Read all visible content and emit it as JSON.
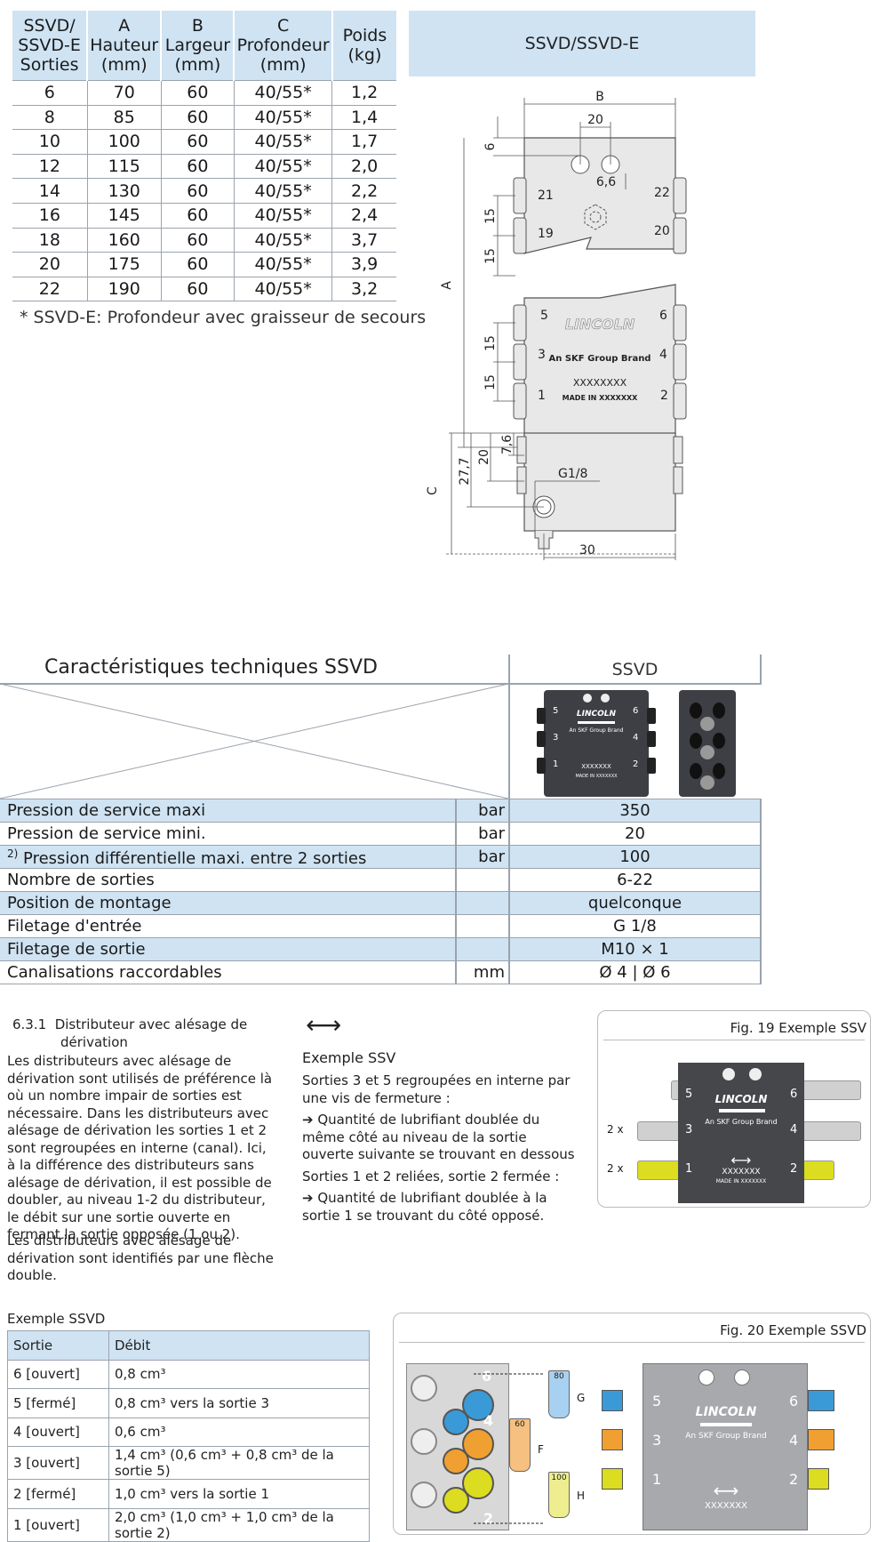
{
  "dim_table": {
    "headers": [
      "SSVD/\nSSVD-E\nSorties",
      "A\nHauteur\n(mm)",
      "B\nLargeur\n(mm)",
      "C\nProfondeur\n(mm)",
      "Poids\n(kg)"
    ],
    "rows": [
      [
        "6",
        "70",
        "60",
        "40/55*",
        "1,2"
      ],
      [
        "8",
        "85",
        "60",
        "40/55*",
        "1,4"
      ],
      [
        "10",
        "100",
        "60",
        "40/55*",
        "1,7"
      ],
      [
        "12",
        "115",
        "60",
        "40/55*",
        "2,0"
      ],
      [
        "14",
        "130",
        "60",
        "40/55*",
        "2,2"
      ],
      [
        "16",
        "145",
        "60",
        "40/55*",
        "2,4"
      ],
      [
        "18",
        "160",
        "60",
        "40/55*",
        "3,7"
      ],
      [
        "20",
        "175",
        "60",
        "40/55*",
        "3,9"
      ],
      [
        "22",
        "190",
        "60",
        "40/55*",
        "3,2"
      ]
    ],
    "footnote": "* SSVD-E: Profondeur avec graisseur de secours"
  },
  "drawing": {
    "header": "SSVD/SSVD-E",
    "labels": {
      "B": "B",
      "d20": "20",
      "d6": "6",
      "d66": "6,6",
      "d15a": "15",
      "d15b": "15",
      "d15c": "15",
      "d15d": "15",
      "A": "A",
      "o21": "21",
      "o22": "22",
      "o19": "19",
      "o20": "20",
      "o5": "5",
      "o6": "6",
      "o3": "3",
      "o4": "4",
      "o1": "1",
      "o2": "2",
      "brand": "LINCOLN",
      "group": "An  SKF Group Brand",
      "code": "XXXXXXXX",
      "made": "MADE IN XXXXXXX",
      "C": "C",
      "c76": "7,6",
      "c20": "20",
      "c277": "27,7",
      "g18": "G1/8",
      "c30": "30"
    }
  },
  "specs": {
    "title": "Caractéristiques techniques SSVD",
    "column": "SSVD",
    "photo": {
      "brand": "LINCOLN",
      "group": "An  SKF Group Brand",
      "code": "XXXXXXX",
      "made": "MADE IN XXXXXXX",
      "n5": "5",
      "n6": "6",
      "n3": "3",
      "n4": "4",
      "n1": "1",
      "n2": "2"
    },
    "rows": [
      {
        "label": "Pression de service maxi",
        "unit": "bar",
        "value": "350"
      },
      {
        "label": "Pression de service mini.",
        "unit": "bar",
        "value": "20"
      },
      {
        "sup": "2)",
        "label": " Pression différentielle maxi. entre 2 sorties",
        "unit": "bar",
        "value": "100"
      },
      {
        "label": "Nombre de sorties",
        "unit": "",
        "value": "6-22"
      },
      {
        "label": "Position de montage",
        "unit": "",
        "value": "quelconque"
      },
      {
        "label": "Filetage d'entrée",
        "unit": "",
        "value": "G 1/8"
      },
      {
        "label": "Filetage de sortie",
        "unit": "",
        "value": "M10 × 1"
      },
      {
        "label": "Canalisations raccordables",
        "unit": "mm",
        "value": "Ø 4 | Ø 6"
      }
    ]
  },
  "section": {
    "number": "6.3.1",
    "title_line1": "Distributeur avec alésage de",
    "title_line2": "dérivation",
    "para1": "Les distributeurs avec alésage de dérivation sont utilisés de préférence là où un nombre impair de sorties est nécessaire. Dans les distributeurs avec alésage de dérivation les sorties 1 et 2 sont regroupées en interne (canal). Ici, à la différence des distributeurs sans alésage de dérivation, il est possible de doubler, au niveau 1-2 du distributeur, le débit sur une sortie ouverte en fermant la sortie opposée (1 ou 2).",
    "para2": "Les distributeurs avec alésage de dérivation sont identifiés par une flèche double."
  },
  "example_ssv": {
    "arrow": "⟷",
    "title": "Exemple SSV",
    "line1": "Sorties 3 et 5 regroupées en interne par une vis de fermeture :",
    "line2": "➔ Quantité de lubrifiant doublée du même côté au niveau de la sortie ouverte suivante se trouvant en dessous",
    "line3": "Sorties 1 et 2 reliées, sortie 2 fermée :",
    "line4": "➔ Quantité de lubrifiant doublée à la sortie 1 se trouvant du côté opposé."
  },
  "fig19": {
    "caption": "Fig. 19 Exemple SSV",
    "brand": "LINCOLN",
    "group": "An  SKF Group Brand",
    "code": "XXXXXXX",
    "made": "MADE IN XXXXXXX",
    "arrow": "⟷",
    "n5": "5",
    "n6": "6",
    "n3": "3",
    "n4": "4",
    "n1": "1",
    "n2": "2",
    "x2a": "2 x",
    "x2b": "2 x"
  },
  "example_ssvd": {
    "title": "Exemple SSVD",
    "head": [
      "Sortie",
      "Débit"
    ],
    "rows": [
      [
        "6 [ouvert]",
        "0,8 cm³"
      ],
      [
        "5 [fermé]",
        "0,8 cm³ vers la sortie 3"
      ],
      [
        "4 [ouvert]",
        "0,6 cm³"
      ],
      [
        "3 [ouvert]",
        "1,4 cm³ (0,6 cm³ + 0,8 cm³ de la sortie 5)"
      ],
      [
        "2 [fermé]",
        "1,0 cm³ vers la sortie 1"
      ],
      [
        "1 [ouvert]",
        "2,0 cm³ (1,0 cm³ + 1,0 cm³ de la sortie 2)"
      ]
    ]
  },
  "fig20": {
    "caption": "Fig. 20 Exemple SSVD",
    "brand": "LINCOLN",
    "group": "An  SKF Group Brand",
    "code": "XXXXXXX",
    "arrow": "⟷",
    "n5": "5",
    "n6": "6",
    "n3": "3",
    "n4": "4",
    "n1": "1",
    "n2": "2",
    "l6": "6",
    "l4": "4",
    "l2": "2",
    "p80": "80",
    "p60": "60",
    "p100": "100",
    "G": "G",
    "F": "F",
    "H": "H"
  }
}
